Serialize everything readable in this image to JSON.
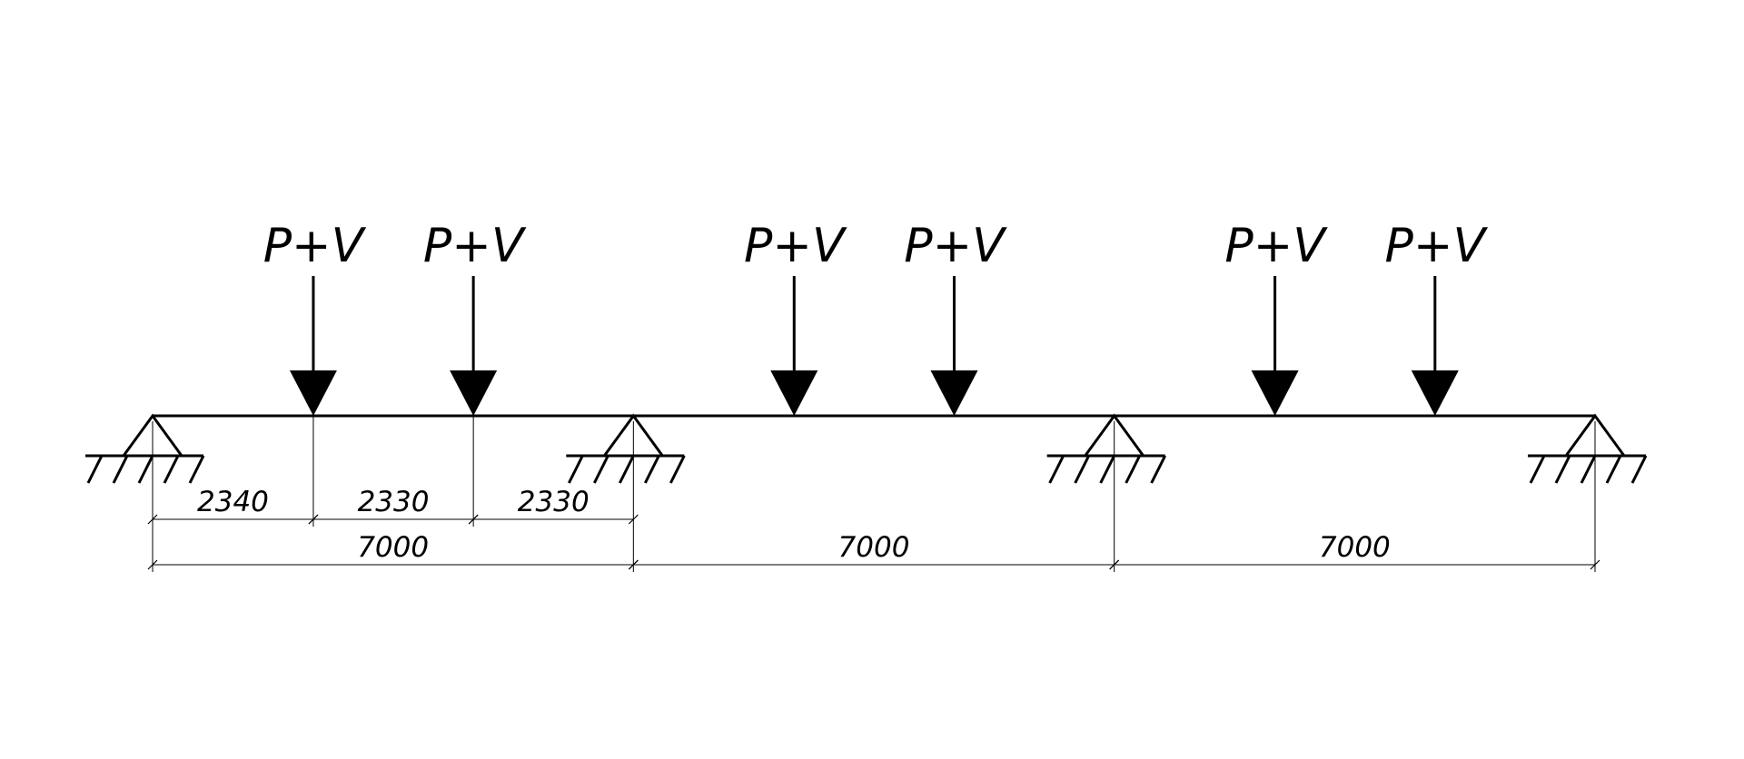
{
  "beam": {
    "span_count": 3,
    "span_lengths": [
      7000,
      7000,
      7000
    ],
    "support_type": "pinned"
  },
  "loads": [
    {
      "label": "P+V",
      "position": 2340
    },
    {
      "label": "P+V",
      "position": 4670
    },
    {
      "label": "P+V",
      "position": 9340
    },
    {
      "label": "P+V",
      "position": 11670
    },
    {
      "label": "P+V",
      "position": 16340
    },
    {
      "label": "P+V",
      "position": 18670
    }
  ],
  "dimensions": {
    "sub_segments": [
      {
        "start": 0,
        "end": 2340,
        "label": "2340"
      },
      {
        "start": 2340,
        "end": 4670,
        "label": "2330"
      },
      {
        "start": 4670,
        "end": 7000,
        "label": "2330"
      }
    ],
    "spans": [
      {
        "start": 0,
        "end": 7000,
        "label": "7000"
      },
      {
        "start": 7000,
        "end": 14000,
        "label": "7000"
      },
      {
        "start": 14000,
        "end": 21000,
        "label": "7000"
      }
    ]
  },
  "colors": {
    "line": "#000000",
    "background": "#ffffff"
  }
}
